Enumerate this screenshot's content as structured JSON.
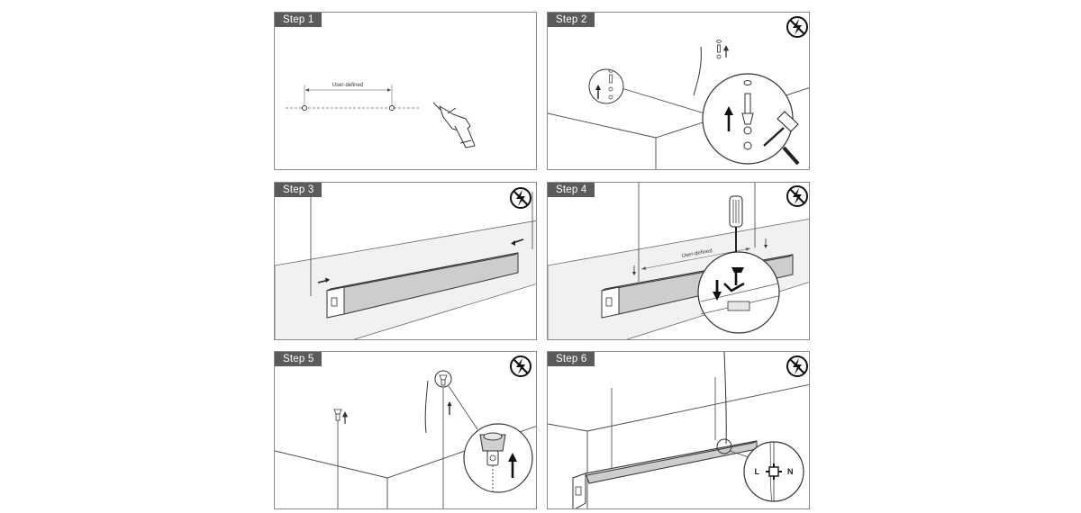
{
  "steps": [
    {
      "label": "Step 1",
      "note": "User-defined"
    },
    {
      "label": "Step 2"
    },
    {
      "label": "Step 3"
    },
    {
      "label": "Step 4",
      "note": "User-defined"
    },
    {
      "label": "Step 5"
    },
    {
      "label": "Step 6",
      "left_mark": "L",
      "right_mark": "N"
    }
  ],
  "icons": {
    "warning": "no-electricity-icon",
    "tool_step1": "drill-icon",
    "tool_step2": "hammer-icon",
    "tool_step4": "screwdriver-icon"
  }
}
